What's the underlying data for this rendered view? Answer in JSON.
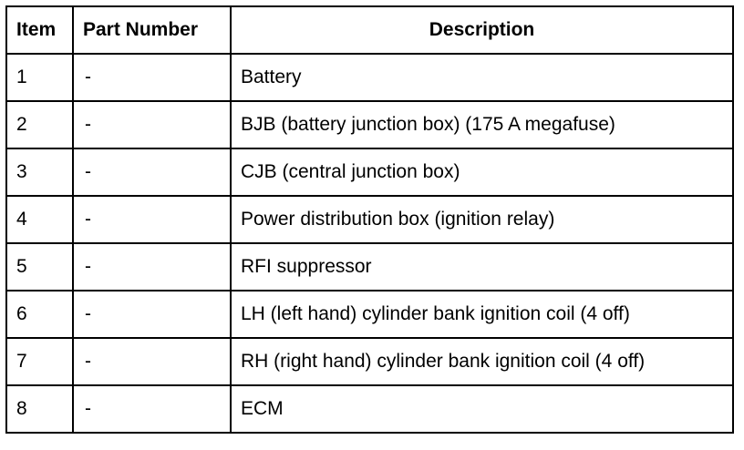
{
  "table": {
    "headers": {
      "item": "Item",
      "part_number": "Part Number",
      "description": "Description"
    },
    "rows": [
      {
        "item": "1",
        "part_number": "-",
        "description": "Battery"
      },
      {
        "item": "2",
        "part_number": "-",
        "description": "BJB (battery junction box) (175 A megafuse)"
      },
      {
        "item": "3",
        "part_number": "-",
        "description": "CJB (central junction box)"
      },
      {
        "item": "4",
        "part_number": "-",
        "description": "Power distribution box (ignition relay)"
      },
      {
        "item": "5",
        "part_number": "-",
        "description": "RFI suppressor"
      },
      {
        "item": "6",
        "part_number": "-",
        "description": "LH (left hand) cylinder bank ignition coil (4 off)"
      },
      {
        "item": "7",
        "part_number": "-",
        "description": "RH (right hand) cylinder bank ignition coil (4 off)"
      },
      {
        "item": "8",
        "part_number": "-",
        "description": "ECM"
      }
    ]
  }
}
